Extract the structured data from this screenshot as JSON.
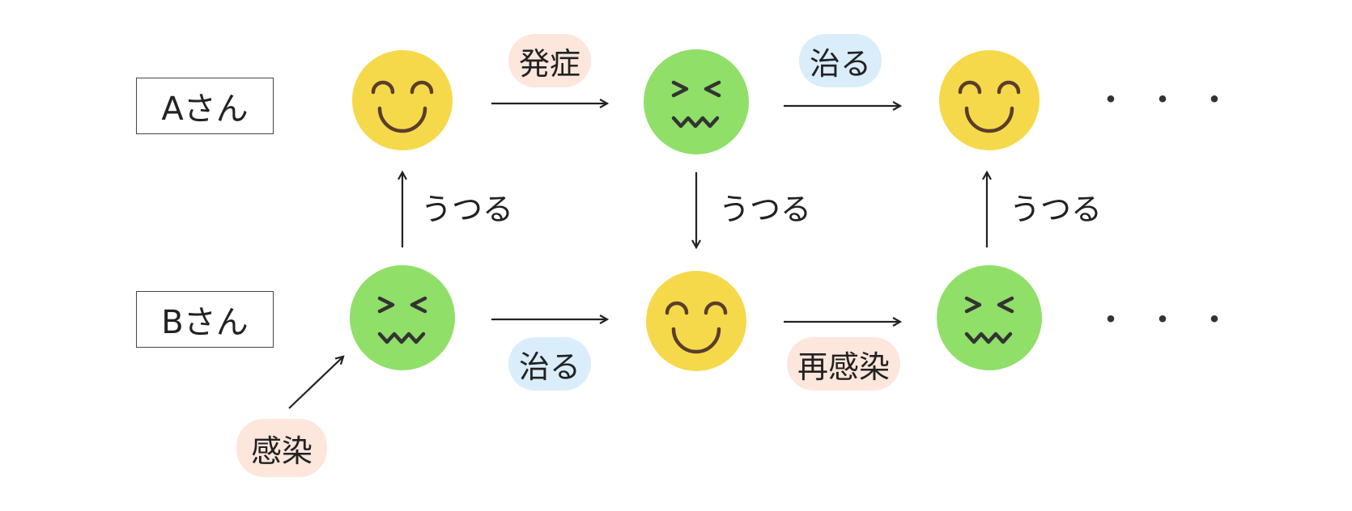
{
  "people": {
    "a": "Aさん",
    "b": "Bさん"
  },
  "transitions": {
    "a_onset": "発症",
    "a_heal": "治る",
    "b_heal": "治る",
    "b_reinfect": "再感染",
    "initial_infection": "感染"
  },
  "transmissions": {
    "b_to_a_1": "うつる",
    "a_to_b": "うつる",
    "b_to_a_2": "うつる"
  },
  "continuation": {
    "row_a": "・・・",
    "row_b": "・・・"
  },
  "states": {
    "row_a": [
      "healthy",
      "sick",
      "healthy"
    ],
    "row_b": [
      "sick",
      "healthy",
      "sick"
    ]
  },
  "colors": {
    "healthy_face": "#f5d94a",
    "sick_face": "#8fdf68",
    "feature": "#5a3e2b",
    "sick_feature": "#333333",
    "onset_pill": "#fde6dc",
    "heal_pill": "#d9edfb"
  }
}
